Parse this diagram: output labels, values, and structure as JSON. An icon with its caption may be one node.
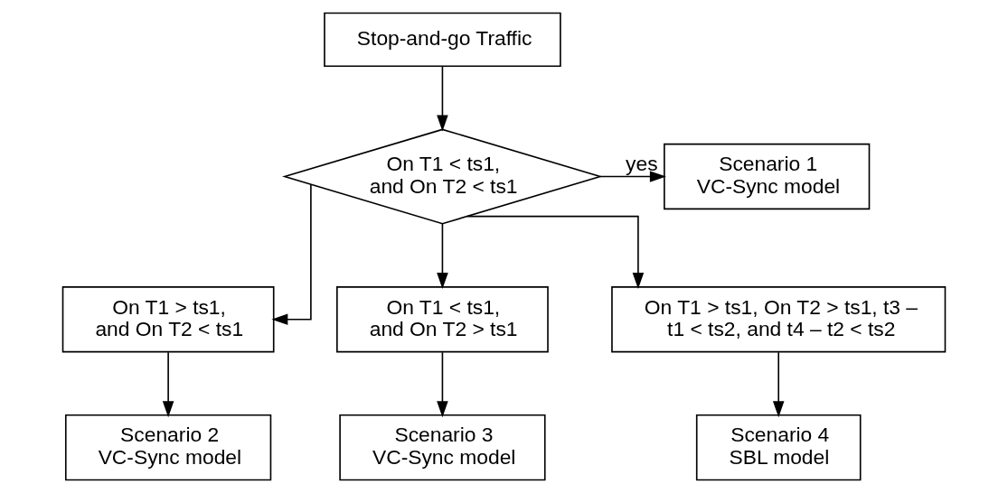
{
  "diagram": {
    "nodes": [
      {
        "text": [
          "Stop-and-go Traffic"
        ]
      },
      {
        "text": [
          "On T1 < ts1, and On T2 < ts1"
        ]
      },
      {
        "text": [
          "Scenario 1 VC-Sync model"
        ]
      },
      {
        "text": [
          "On T1 > ts1, and On T2 < ts1"
        ]
      },
      {
        "text": [
          "On T1 < ts1, and On T2 > ts1"
        ]
      },
      {
        "text": [
          "On T1 > ts1, On T2 > ts1, t3 – t1 < ts2, and t4 – t2 < ts2"
        ]
      },
      {
        "text": [
          "Scenario 2 VC-Sync model"
        ]
      },
      {
        "text": [
          "Scenario 3 VC-Sync model"
        ]
      },
      {
        "text": [
          "Scenario 4 SBL model"
        ]
      }
    ],
    "edges": [
      {
        "from": 0,
        "to": 1,
        "arrow": "to"
      },
      {
        "from": 1,
        "to": 2,
        "arrow": "to",
        "label": "yes"
      },
      {
        "from": 1,
        "to": 3,
        "arrow": "to"
      },
      {
        "from": 1,
        "to": 4,
        "arrow": "to"
      },
      {
        "from": 1,
        "to": 5,
        "arrow": "to"
      },
      {
        "from": 3,
        "to": 6,
        "arrow": "to"
      },
      {
        "from": 4,
        "to": 7,
        "arrow": "to"
      },
      {
        "from": 5,
        "to": 8,
        "arrow": "to"
      }
    ]
  }
}
